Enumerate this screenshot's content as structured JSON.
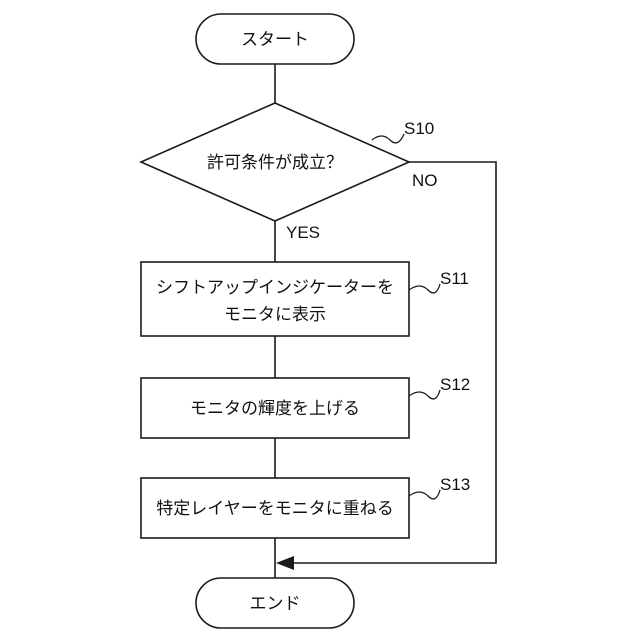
{
  "flowchart": {
    "start": "スタート",
    "decision": {
      "label": "許可条件が成立？",
      "step": "S10",
      "yes": "YES",
      "no": "NO"
    },
    "steps": [
      {
        "id": "S11",
        "lines": [
          "シフトアップインジケーターを",
          "モニタに表示"
        ]
      },
      {
        "id": "S12",
        "lines": [
          "モニタの輝度を上げる"
        ]
      },
      {
        "id": "S13",
        "lines": [
          "特定レイヤーをモニタに重ねる"
        ]
      }
    ],
    "end": "エンド"
  }
}
